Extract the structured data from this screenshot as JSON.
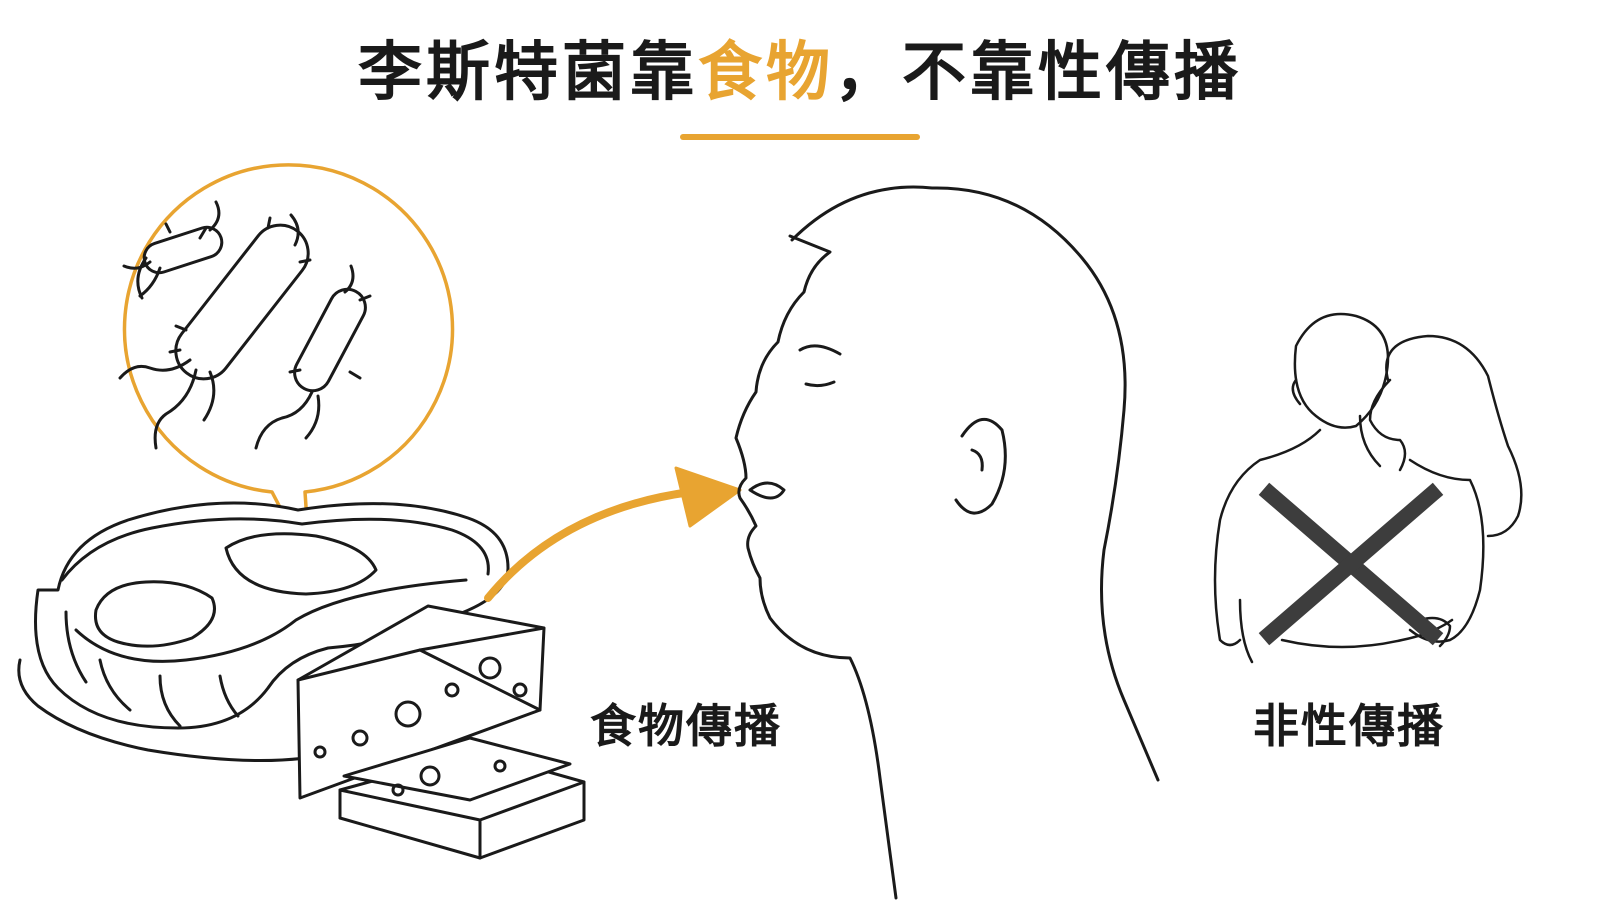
{
  "title": {
    "part1": "李斯特菌靠",
    "highlight": "食物",
    "part2": "，不靠性傳播"
  },
  "labels": {
    "food": "食物傳播",
    "non_sexual": "非性傳播"
  },
  "colors": {
    "accent": "#e8a431",
    "ink": "#1a1a1a",
    "cross": "#3d3d3d"
  },
  "icons": [
    "bacteria-magnifier-icon",
    "meat-icon",
    "cheese-icon",
    "arrow-icon",
    "person-head-icon",
    "couple-icon",
    "cross-icon"
  ]
}
